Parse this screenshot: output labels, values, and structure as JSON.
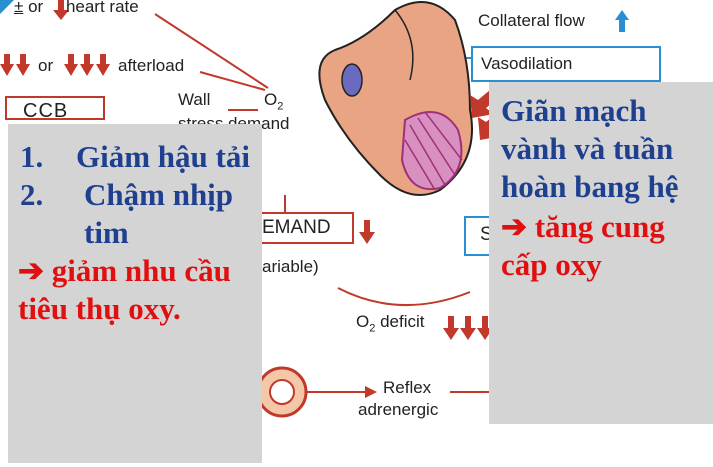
{
  "top_left": {
    "heart_rate_prefix": "±",
    "or1": "or",
    "heart_rate": "heart rate",
    "or2": "or",
    "afterload": "afterload",
    "ccb": "CCB",
    "wall": "Wall",
    "o2": "O",
    "o2_sub": "2",
    "demand_partial": "stress demand"
  },
  "center": {
    "demand_box": "EMAND",
    "variable": "ariable)",
    "o2_deficit_o": "O",
    "o2_deficit_sub": "2",
    "o2_deficit": "deficit",
    "reflex_line1": "Reflex",
    "reflex_line2": "adrenergic"
  },
  "top_right": {
    "collateral_flow": "Collateral flow",
    "vasodilation": "Vasodilation",
    "s_box": "S"
  },
  "left_overlay": {
    "item1_num": "1.",
    "item1_text": "Giảm hậu tải",
    "item2_num": "2.",
    "item2_text": "Chậm nhịp tim",
    "arrow": "➔",
    "result": "giảm nhu cầu tiêu thụ oxy."
  },
  "right_overlay": {
    "text": "Giãn mạch vành và tuần hoàn bang hệ",
    "arrow": "➔",
    "result": "tăng cung cấp oxy"
  },
  "colors": {
    "arrow_red": "#c0392b",
    "arrow_blue": "#2a8fd0",
    "overlay_bg": "#d4d4d4",
    "overlay_blue": "#1f3f8f",
    "overlay_red": "#e01010"
  }
}
